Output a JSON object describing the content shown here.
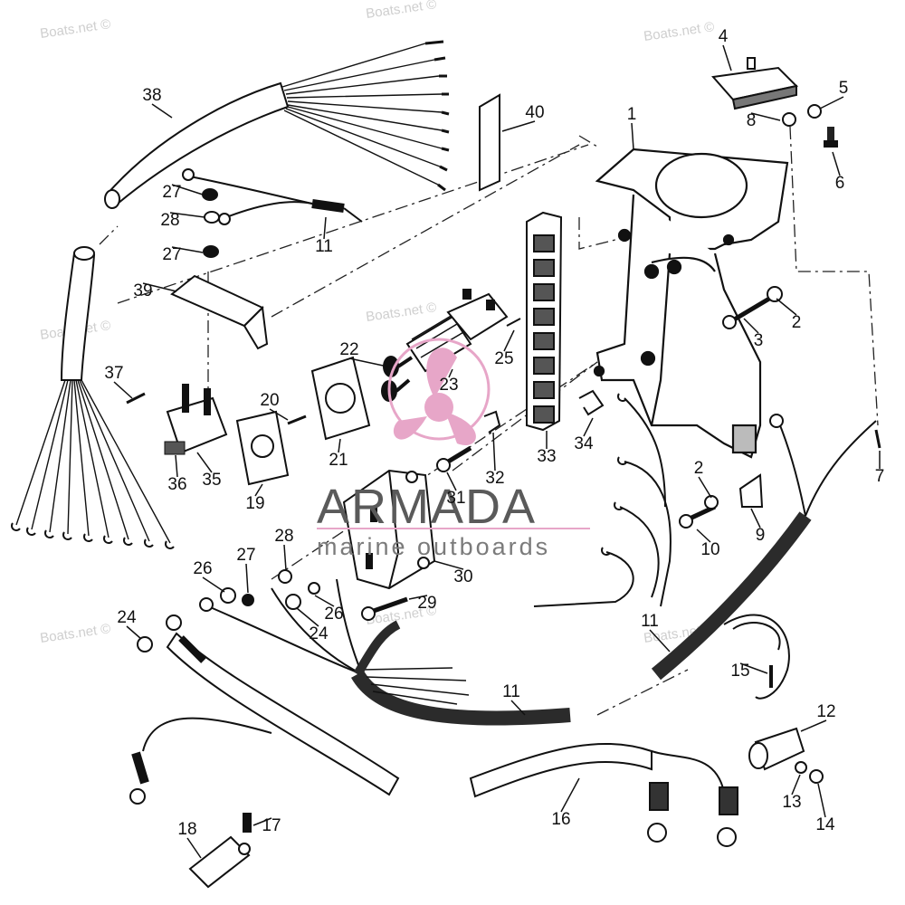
{
  "watermark": {
    "text": "Boats.net ©"
  },
  "brand": {
    "name": "ARMADA",
    "tagline": "marine outboards",
    "accent_color": "#e7a6c8"
  },
  "parts": [
    {
      "id": "p1",
      "label": "1"
    },
    {
      "id": "p2a",
      "label": "2"
    },
    {
      "id": "p2b",
      "label": "2"
    },
    {
      "id": "p3",
      "label": "3"
    },
    {
      "id": "p4",
      "label": "4"
    },
    {
      "id": "p5",
      "label": "5"
    },
    {
      "id": "p6",
      "label": "6"
    },
    {
      "id": "p7",
      "label": "7"
    },
    {
      "id": "p8",
      "label": "8"
    },
    {
      "id": "p9",
      "label": "9"
    },
    {
      "id": "p10",
      "label": "10"
    },
    {
      "id": "p11a",
      "label": "11"
    },
    {
      "id": "p11b",
      "label": "11"
    },
    {
      "id": "p11c",
      "label": "11"
    },
    {
      "id": "p12",
      "label": "12"
    },
    {
      "id": "p13",
      "label": "13"
    },
    {
      "id": "p14",
      "label": "14"
    },
    {
      "id": "p15",
      "label": "15"
    },
    {
      "id": "p16",
      "label": "16"
    },
    {
      "id": "p17",
      "label": "17"
    },
    {
      "id": "p18",
      "label": "18"
    },
    {
      "id": "p19",
      "label": "19"
    },
    {
      "id": "p20",
      "label": "20"
    },
    {
      "id": "p21",
      "label": "21"
    },
    {
      "id": "p22",
      "label": "22"
    },
    {
      "id": "p23",
      "label": "23"
    },
    {
      "id": "p24a",
      "label": "24"
    },
    {
      "id": "p24b",
      "label": "24"
    },
    {
      "id": "p25",
      "label": "25"
    },
    {
      "id": "p26a",
      "label": "26"
    },
    {
      "id": "p26b",
      "label": "26"
    },
    {
      "id": "p27a",
      "label": "27"
    },
    {
      "id": "p27b",
      "label": "27"
    },
    {
      "id": "p27c",
      "label": "27"
    },
    {
      "id": "p28a",
      "label": "28"
    },
    {
      "id": "p28b",
      "label": "28"
    },
    {
      "id": "p29",
      "label": "29"
    },
    {
      "id": "p30",
      "label": "30"
    },
    {
      "id": "p31",
      "label": "31"
    },
    {
      "id": "p32",
      "label": "32"
    },
    {
      "id": "p33",
      "label": "33"
    },
    {
      "id": "p34",
      "label": "34"
    },
    {
      "id": "p35",
      "label": "35"
    },
    {
      "id": "p36",
      "label": "36"
    },
    {
      "id": "p37",
      "label": "37"
    },
    {
      "id": "p38",
      "label": "38"
    },
    {
      "id": "p39",
      "label": "39"
    },
    {
      "id": "p40",
      "label": "40"
    }
  ]
}
